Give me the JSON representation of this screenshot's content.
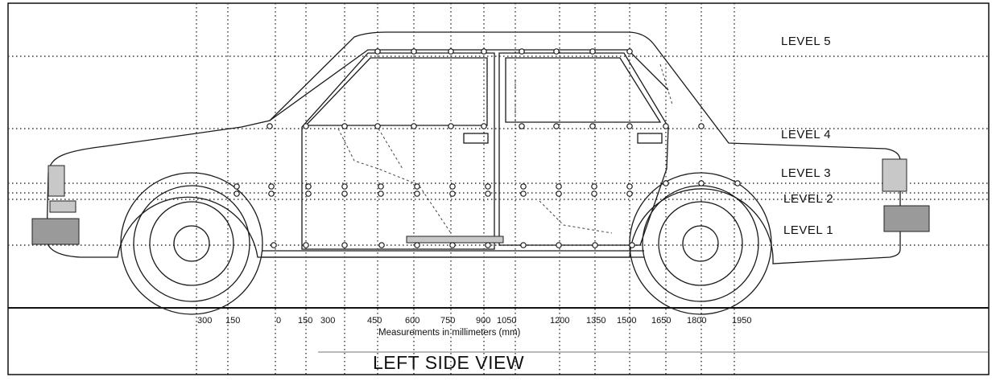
{
  "levels": [
    {
      "label": "LEVEL 5"
    },
    {
      "label": "LEVEL 4"
    },
    {
      "label": "LEVEL 3"
    },
    {
      "label": "LEVEL 2"
    },
    {
      "label": "LEVEL 1"
    }
  ],
  "axis": {
    "ticks": [
      "300",
      "150",
      "0",
      "150",
      "300",
      "450",
      "600",
      "750",
      "900",
      "1050",
      "1200",
      "1350",
      "1500",
      "1650",
      "1800",
      "1950"
    ],
    "caption": "Measurements in millimeters (mm)"
  },
  "view_title": "LEFT SIDE VIEW"
}
